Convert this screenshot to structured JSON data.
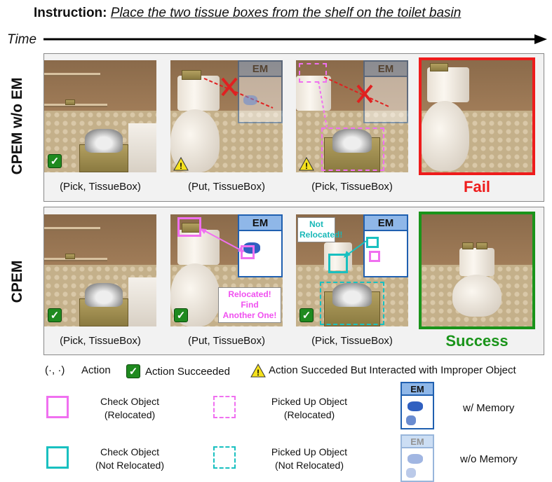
{
  "instruction": {
    "label": "Instruction:",
    "text": "Place the two tissue boxes from the shelf on the toilet basin"
  },
  "time_label": "Time",
  "rows": [
    {
      "label": "CPEM w/o EM",
      "captions": [
        "(Pick, TissueBox)",
        "(Put, TissueBox)",
        "(Pick, TissueBox)"
      ],
      "outcome": "Fail"
    },
    {
      "label": "CPEM",
      "captions": [
        "(Pick, TissueBox)",
        "(Put, TissueBox)",
        "(Pick, TissueBox)"
      ],
      "outcome": "Success"
    }
  ],
  "em_label": "EM",
  "notes": {
    "relocated": [
      "Relocated!",
      "Find",
      "Another One!"
    ],
    "not_relocated": [
      "Not",
      "Relocated!"
    ]
  },
  "legend": {
    "action_symbol": "(·,  ·)",
    "action": "Action",
    "succeeded": "Action Succeeded",
    "improper": "Action Succeded But Interacted with Improper Object",
    "check_reloc": [
      "Check Object",
      "(Relocated)"
    ],
    "picked_reloc": [
      "Picked Up Object",
      "(Relocated)"
    ],
    "check_not": [
      "Check Object",
      "(Not Relocated)"
    ],
    "picked_not": [
      "Picked Up Object",
      "(Not Relocated)"
    ],
    "with_memory": "w/ Memory",
    "without_memory": "w/o Memory",
    "em_label": "EM"
  },
  "colors": {
    "fail": "#ee1c1c",
    "success": "#1a941a",
    "relocated": "#f070f0",
    "not_relocated": "#19c0c0",
    "em_header": "#8fb7e8"
  }
}
